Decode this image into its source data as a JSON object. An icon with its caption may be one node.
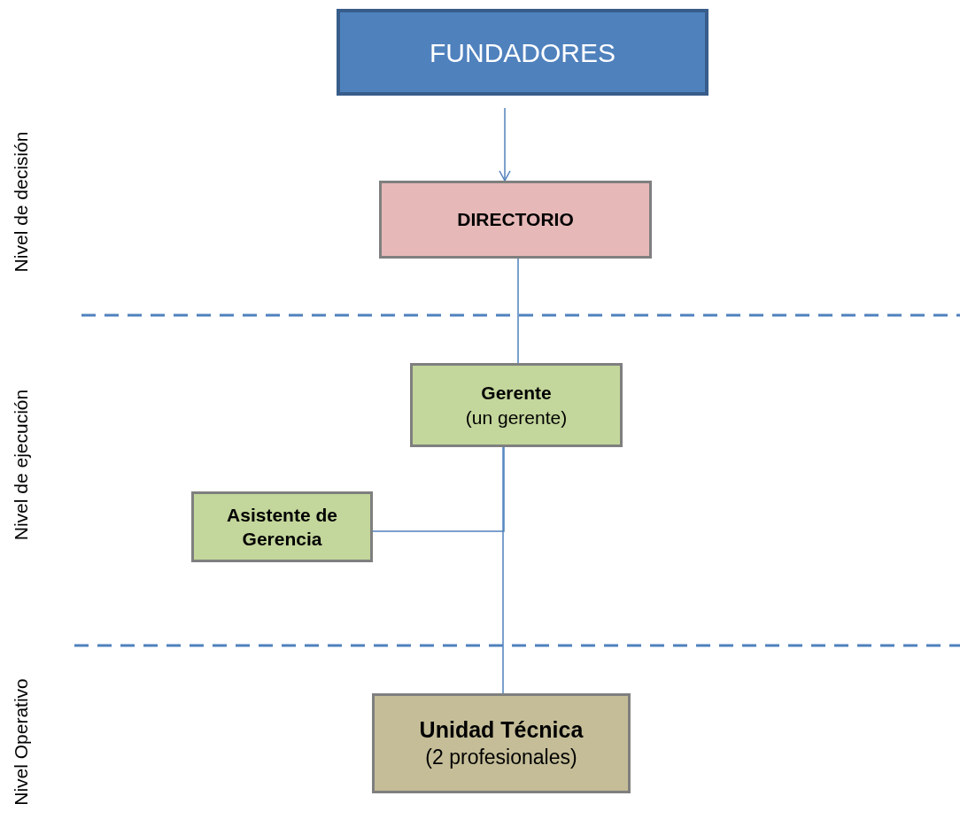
{
  "diagram": {
    "nodes": [
      {
        "text": [
          "FUNDADORES"
        ]
      },
      {
        "text": [
          "DIRECTORIO"
        ]
      },
      {
        "text": [
          "Gerente",
          "(un gerente)"
        ]
      },
      {
        "text": [
          "Asistente de Gerencia"
        ]
      },
      {
        "text": [
          "Unidad Técnica",
          "(2 profesionales)"
        ]
      }
    ],
    "edges": [
      {
        "from": 0,
        "to": 1,
        "arrow": "to"
      },
      {
        "from": 1,
        "to": 2,
        "arrow": "none"
      },
      {
        "from": 2,
        "to": 4,
        "arrow": "none"
      },
      {
        "from": 3,
        "to": 2,
        "arrow": "none"
      }
    ],
    "labels": [
      "Nivel de decisión",
      "Nivel de ejecución",
      "Nivel Operativo"
    ]
  }
}
